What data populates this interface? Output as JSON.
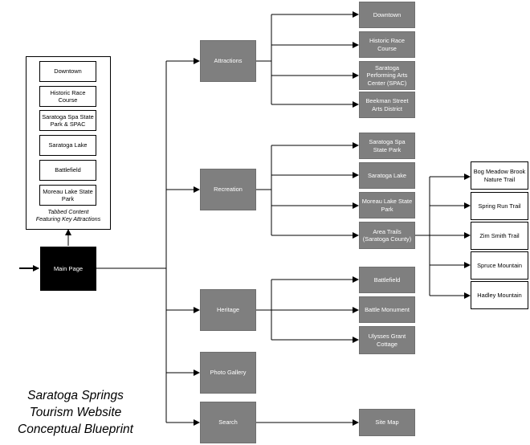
{
  "title_lines": [
    "Saratoga Springs",
    "Tourism Website",
    "Conceptual Blueprint"
  ],
  "main_page": "Main Page",
  "tabbed_panel": {
    "items": [
      "Downtown",
      "Historic Race Course",
      "Saratoga Spa State Park & SPAC",
      "Saratoga Lake",
      "Battlefield",
      "Moreau Lake State Park"
    ],
    "caption_line1": "Tabbed Content",
    "caption_line2": "Featuring Key Attractions"
  },
  "sections": {
    "attractions": {
      "label": "Attractions",
      "children": [
        "Downtown",
        "Historic Race Course",
        "Saratoga Performing Arts Center (SPAC)",
        "Beekman Street Arts District"
      ]
    },
    "recreation": {
      "label": "Recreation",
      "children": [
        "Saratoga Spa State Park",
        "Saratoga Lake",
        "Moreau Lake State Park",
        "Area Trails (Saratoga County)"
      ]
    },
    "heritage": {
      "label": "Heritage",
      "children": [
        "Battlefield",
        "Battle Monument",
        "Ulysses Grant Cottage"
      ]
    },
    "photo_gallery": {
      "label": "Photo Gallery"
    },
    "search": {
      "label": "Search",
      "children": [
        "Site Map"
      ]
    }
  },
  "trails": [
    "Bog Meadow Brook Nature Trail",
    "Spring Run Trail",
    "Zim Smith Trail",
    "Spruce Mountain",
    "Hadley Mountain"
  ],
  "colors": {
    "section_box": "#7f7f7f",
    "main_box": "#000000",
    "line": "#000000"
  }
}
